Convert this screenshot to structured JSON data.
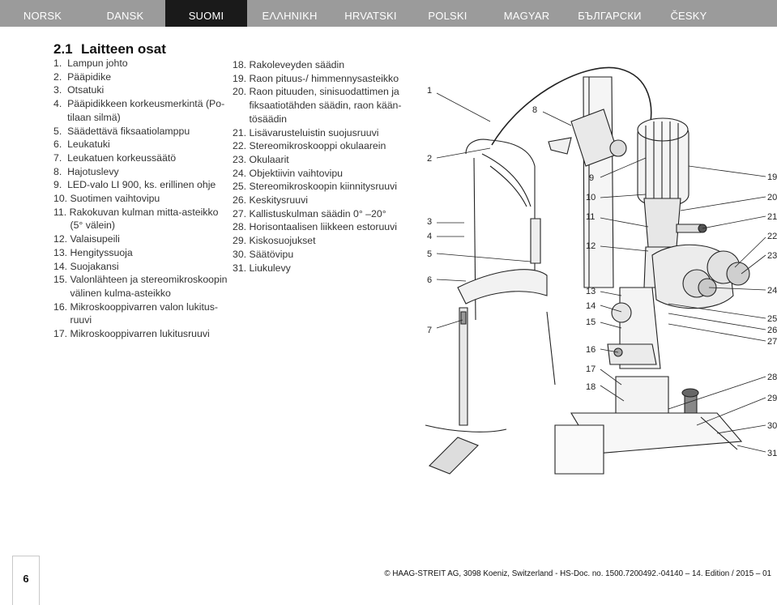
{
  "languages": [
    "NORSK",
    "DANSK",
    "SUOMI",
    "ΕΛΛΗΝΙΚΗ",
    "HRVATSKI",
    "POLSKI",
    "MAGYAR",
    "БЪЛГАРСКИ",
    "ČESKY"
  ],
  "active_language": "SUOMI",
  "section": {
    "number": "2.1",
    "title": "Laitteen osat"
  },
  "parts_left": [
    "1.  Lampun johto",
    "2.  Pääpidike",
    "3.  Otsatuki",
    "4.  Pääpidikkeen korkeusmerkintä (Po-",
    "     tilaan silmä)",
    "5.  Säädettävä fiksaatiolamppu",
    "6.  Leukatuki",
    "7.  Leukatuen korkeussäätö",
    "8.  Hajotuslevy",
    "9.  LED-valo LI 900, ks. erillinen ohje",
    "10. Suotimen vaihtovipu",
    "11. Rakokuvan kulman mitta-asteikko",
    "      (5° välein)",
    "12. Valaisupeili",
    "13. Hengityssuoja",
    "14. Suojakansi",
    "15. Valonlähteen ja stereomikroskoopin",
    "      välinen kulma-asteikko",
    "16. Mikroskooppivarren valon lukitus-",
    "      ruuvi",
    "17. Mikroskooppivarren lukitusruuvi"
  ],
  "parts_right": [
    "18. Rakoleveyden säädin",
    "19. Raon pituus-/ himmennysasteikko",
    "20. Raon pituuden, sinisuodattimen ja",
    "      fiksaatiotähden säädin, raon kään-",
    "      tösäädin",
    "21. Lisävarusteluistin suojusruuvi",
    "22. Stereomikroskooppi okulaarein",
    "23. Okulaarit",
    "24. Objektiivin vaihtovipu",
    "25. Stereomikroskoopin kiinnitysruuvi",
    "26. Keskitysruuvi",
    "27. Kallistuskulman säädin 0° –20°",
    "28. Horisontaalisen liikkeen estoruuvi",
    "29. Kiskosuojukset",
    "30. Säätövipu",
    "31. Liukulevy"
  ],
  "callouts": [
    "1",
    "2",
    "3",
    "4",
    "5",
    "6",
    "7",
    "8",
    "9",
    "10",
    "11",
    "12",
    "13",
    "14",
    "15",
    "16",
    "17",
    "18",
    "19",
    "20",
    "21",
    "22",
    "23",
    "24",
    "25",
    "26",
    "27",
    "28",
    "29",
    "30",
    "31"
  ],
  "page_number": "6",
  "footer": "© HAAG-STREIT AG, 3098 Koeniz, Switzerland - HS-Doc. no. 1500.7200492.-04140 – 14. Edition / 2015 – 01"
}
